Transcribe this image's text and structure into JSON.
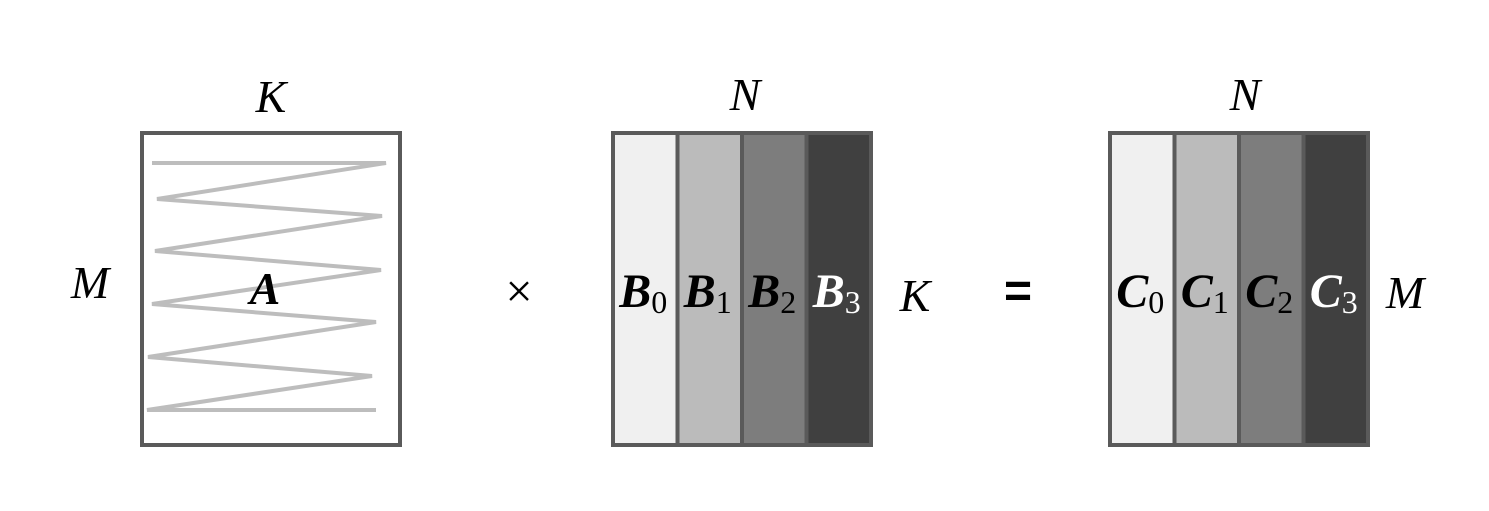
{
  "matrix_a": {
    "col_dim": "K",
    "row_dim": "M",
    "name": "A"
  },
  "operator_multiply": "×",
  "matrix_b": {
    "col_dim": "N",
    "row_dim": "K",
    "blocks": [
      {
        "letter": "B",
        "index": "0",
        "fill": "#f0f0f0",
        "text_color": "#000000"
      },
      {
        "letter": "B",
        "index": "1",
        "fill": "#bbbbbb",
        "text_color": "#000000"
      },
      {
        "letter": "B",
        "index": "2",
        "fill": "#7d7d7d",
        "text_color": "#000000"
      },
      {
        "letter": "B",
        "index": "3",
        "fill": "#404040",
        "text_color": "#ffffff"
      }
    ]
  },
  "operator_equals": "=",
  "matrix_c": {
    "col_dim": "N",
    "row_dim": "M",
    "blocks": [
      {
        "letter": "C",
        "index": "0",
        "fill": "#f0f0f0",
        "text_color": "#000000"
      },
      {
        "letter": "C",
        "index": "1",
        "fill": "#bbbbbb",
        "text_color": "#000000"
      },
      {
        "letter": "C",
        "index": "2",
        "fill": "#7d7d7d",
        "text_color": "#000000"
      },
      {
        "letter": "C",
        "index": "3",
        "fill": "#404040",
        "text_color": "#ffffff"
      }
    ]
  },
  "colors": {
    "border": "#5a5a5a",
    "zigzag": "#bdbdbd"
  }
}
